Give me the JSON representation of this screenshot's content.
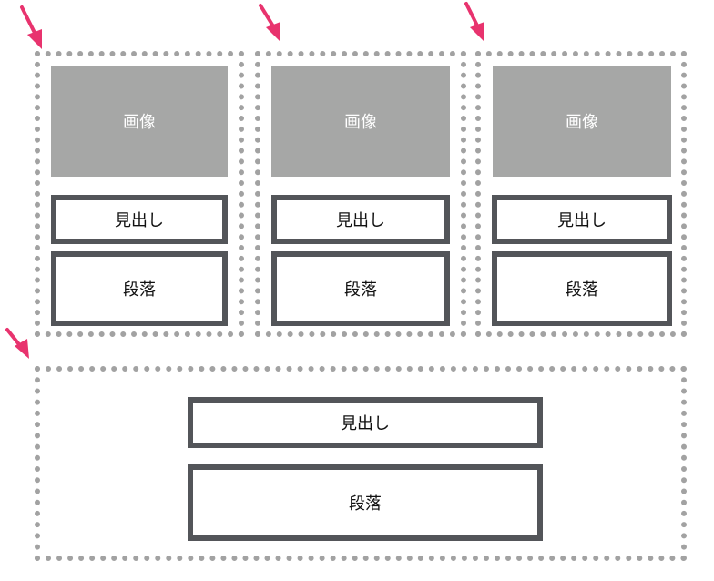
{
  "labels": {
    "image": "画像",
    "heading": "見出し",
    "paragraph": "段落"
  },
  "colors": {
    "dotted_border": "#a2a2a2",
    "image_fill": "#a6a7a6",
    "block_border": "#535559",
    "arrow": "#e8336e"
  },
  "icons": {
    "pointer": "arrow-icon"
  }
}
